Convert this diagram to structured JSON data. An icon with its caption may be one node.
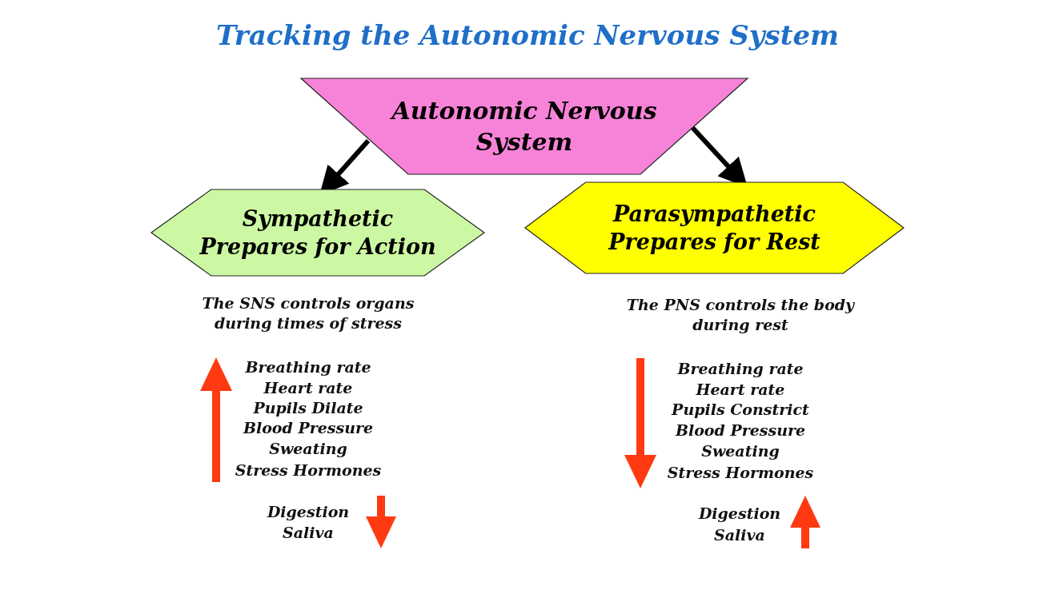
{
  "diagram": {
    "title": "Tracking the Autonomic Nervous System",
    "nodes": [
      {
        "text": [
          "Autonomic Nervous System"
        ]
      },
      {
        "text": [
          "Sympathetic",
          "Prepares for Action"
        ]
      },
      {
        "text": [
          "Parasympathetic",
          "Prepares for Rest"
        ]
      }
    ],
    "edges": [
      {
        "from": 0,
        "to": 1,
        "arrow": "to"
      },
      {
        "from": 0,
        "to": 2,
        "arrow": "to"
      }
    ],
    "labels": [
      "The SNS controls organs during times of stress",
      "Breathing rate",
      "Heart rate",
      "Pupils Dilate",
      "Blood Pressure",
      "Sweating",
      "Stress Hormones",
      "Digestion",
      "Saliva",
      "The PNS controls the body during rest",
      "Breathing rate",
      "Heart rate",
      "Pupils Constrict",
      "Blood Pressure",
      "Sweating",
      "Stress Hormones",
      "Digestion",
      "Saliva"
    ]
  }
}
